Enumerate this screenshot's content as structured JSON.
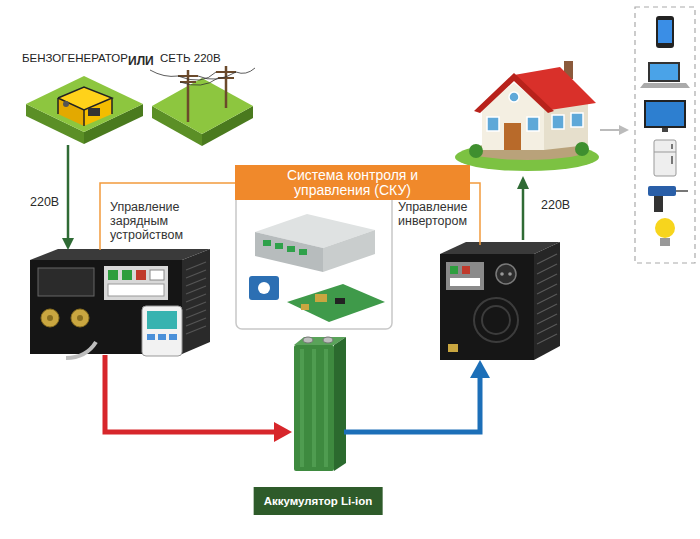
{
  "diagram": {
    "nodes": [
      {
        "text": [
          "БЕНЗОГЕНЕРАТОР"
        ]
      },
      {
        "text": [
          "СЕТЬ 220В"
        ]
      },
      {
        "text": [
          "Система контроля и управления (СКУ)"
        ]
      },
      {
        "text": [
          "Управление зарядным устройством"
        ]
      },
      {
        "text": [
          "Управление инвертором"
        ]
      },
      {
        "text": [
          "Аккумулятор Li-ion"
        ]
      }
    ],
    "edges": [
      {
        "from": 0,
        "to": 3,
        "arrow": "to",
        "label": "220В"
      },
      {
        "from": 3,
        "to": 5,
        "arrow": "to"
      },
      {
        "from": 5,
        "to": 4,
        "arrow": "to"
      },
      {
        "from": 2,
        "to": 3,
        "arrow": "none"
      },
      {
        "from": 2,
        "to": 4,
        "arrow": "none"
      }
    ],
    "labels": [
      "ИЛИ",
      "220В"
    ]
  }
}
